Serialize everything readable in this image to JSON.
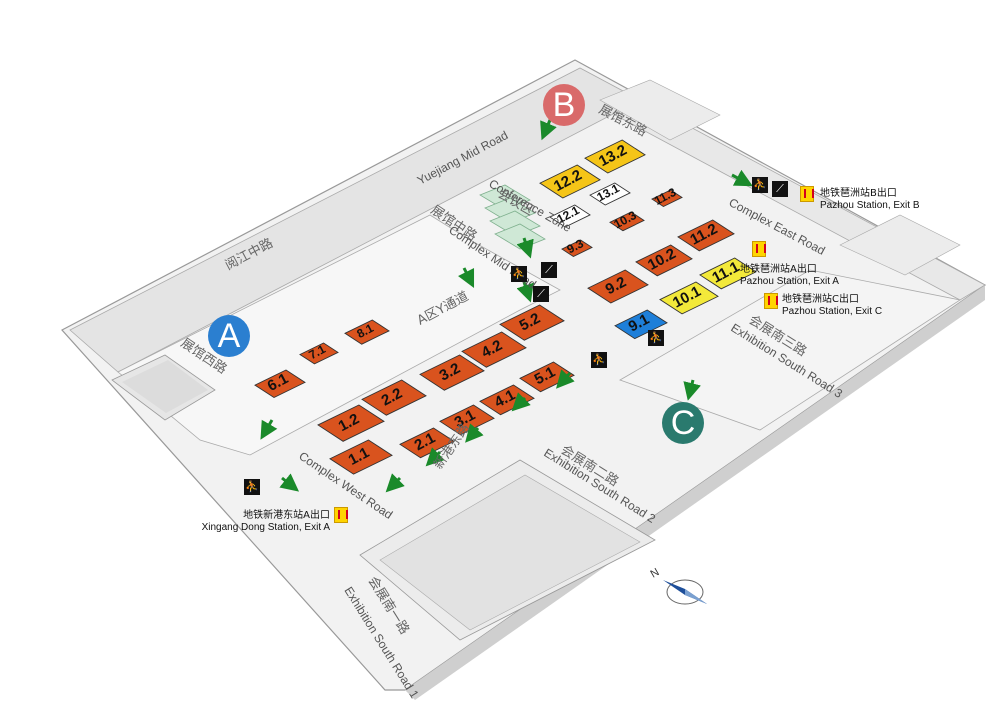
{
  "zones": {
    "a": {
      "letter": "A",
      "color": "#2b7fd0"
    },
    "b": {
      "letter": "B",
      "color": "#d96a6a"
    },
    "c": {
      "letter": "C",
      "color": "#2a7a6e"
    }
  },
  "roads": {
    "yuejiang_mid": {
      "en": "Yuejiang Mid Road",
      "cn": "阅江中路"
    },
    "complex_mid": {
      "en": "Complex Mid Road",
      "cn": "展馆中路"
    },
    "complex_east": {
      "en": "Complex East Road",
      "cn": "展馆东路"
    },
    "complex_west": {
      "en": "Complex West Road",
      "cn": "展馆西路"
    },
    "exhibition_south_1": {
      "en": "Exhibition South Road 1",
      "cn": "会展南一路"
    },
    "exhibition_south_2": {
      "en": "Exhibition South Road 2",
      "cn": "会展南二路"
    },
    "exhibition_south_3": {
      "en": "Exhibition South Road 3",
      "cn": "会展南三路"
    },
    "xingang_east": {
      "cn": "新港东路"
    }
  },
  "halls": [
    {
      "id": "1.1",
      "color": "#d9531e"
    },
    {
      "id": "1.2",
      "color": "#d9531e"
    },
    {
      "id": "2.1",
      "color": "#d9531e"
    },
    {
      "id": "2.2",
      "color": "#d9531e"
    },
    {
      "id": "3.1",
      "color": "#d9531e"
    },
    {
      "id": "3.2",
      "color": "#d9531e"
    },
    {
      "id": "4.1",
      "color": "#d9531e"
    },
    {
      "id": "4.2",
      "color": "#d9531e"
    },
    {
      "id": "5.1",
      "color": "#d9531e"
    },
    {
      "id": "5.2",
      "color": "#d9531e"
    },
    {
      "id": "6.1",
      "color": "#d9531e"
    },
    {
      "id": "7.1",
      "color": "#d9531e"
    },
    {
      "id": "8.1",
      "color": "#d9531e"
    },
    {
      "id": "9.1",
      "color": "#1e7fd9"
    },
    {
      "id": "9.2",
      "color": "#d9531e"
    },
    {
      "id": "9.3",
      "color": "#d9531e"
    },
    {
      "id": "10.1",
      "color": "#f3e93a"
    },
    {
      "id": "10.2",
      "color": "#d9531e"
    },
    {
      "id": "10.3",
      "color": "#d9531e"
    },
    {
      "id": "11.1",
      "color": "#f3e93a"
    },
    {
      "id": "11.2",
      "color": "#d9531e"
    },
    {
      "id": "11.3",
      "color": "#d9531e"
    },
    {
      "id": "12.1",
      "color": "#ffffff"
    },
    {
      "id": "12.2",
      "color": "#f5c518"
    },
    {
      "id": "13.1",
      "color": "#ffffff"
    },
    {
      "id": "13.2",
      "color": "#f5c518"
    }
  ],
  "conference": {
    "en": "Conference Zone",
    "cn": "会议区"
  },
  "passage": {
    "cn": "A区Y通道"
  },
  "stations": {
    "pazhou_b": {
      "cn": "地铁琶洲站B出口",
      "en": "Pazhou Station, Exit B"
    },
    "pazhou_a": {
      "cn": "地铁琶洲站A出口",
      "en": "Pazhou Station, Exit A"
    },
    "pazhou_c": {
      "cn": "地铁琶洲站C出口",
      "en": "Pazhou Station, Exit C"
    },
    "xingang": {
      "cn": "地铁新港东站A出口",
      "en": "Xingang Dong Station, Exit A"
    }
  },
  "compass": {
    "north": "N"
  },
  "colors": {
    "arrow": "#1a8a2a",
    "road": "#ececec",
    "ground": "#f6f6f6",
    "outline": "#999999"
  },
  "icons": {
    "entrance": "walker-icon",
    "escalator": "escalator-icon",
    "metro": "metro-icon"
  }
}
